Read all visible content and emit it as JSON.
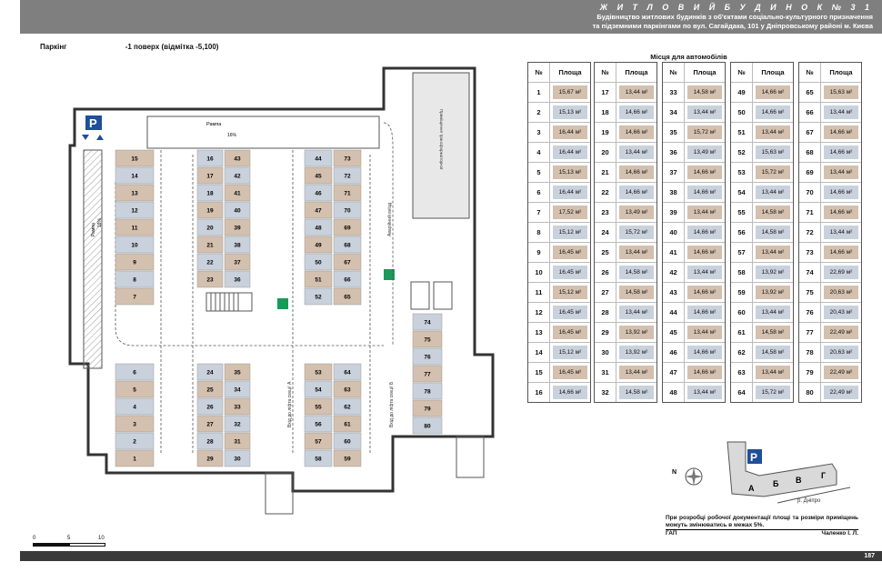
{
  "header": {
    "title": "Ж И Т Л О В И Й   Б У Д И Н О К   №  3 1",
    "line1": "Будівництво житлових будинків з об'єктами соціально-культурного призначення",
    "line2": "та підземними паркінгами по вул. Сагайдака, 101 у Дніпровському районі м. Києва"
  },
  "page_number": "187",
  "plan": {
    "label": "Паркінг",
    "level": "-1 поверх (відмітка -5,100)",
    "parking_sign": "P",
    "ramp_label": "Рампа",
    "ramp_slope": "16%",
    "ramp_left_label": "Рампа",
    "ramp_left_slope": "16%",
    "driveway": "Аварійний виїзд",
    "entry_a": "Вхід до ліфта секції А",
    "entry_b": "Вхід до ліфта секції Б",
    "tech_room": "Приміщення трансформаторної"
  },
  "table": {
    "title": "Місця для автомобілів",
    "col_no": "№",
    "col_area": "Площа",
    "rows": [
      [
        "1",
        "15,67 м²",
        "b"
      ],
      [
        "2",
        "15,13 м²",
        "l"
      ],
      [
        "3",
        "16,44 м²",
        "b"
      ],
      [
        "4",
        "16,44 м²",
        "l"
      ],
      [
        "5",
        "15,13 м²",
        "b"
      ],
      [
        "6",
        "16,44 м²",
        "l"
      ],
      [
        "7",
        "17,52 м²",
        "b"
      ],
      [
        "8",
        "15,12 м²",
        "l"
      ],
      [
        "9",
        "16,45 м²",
        "b"
      ],
      [
        "10",
        "16,45 м²",
        "l"
      ],
      [
        "11",
        "15,12 м²",
        "b"
      ],
      [
        "12",
        "16,45 м²",
        "l"
      ],
      [
        "13",
        "16,45 м²",
        "b"
      ],
      [
        "14",
        "15,12 м²",
        "l"
      ],
      [
        "15",
        "16,45 м²",
        "b"
      ],
      [
        "16",
        "14,66 м²",
        "l"
      ],
      [
        "17",
        "13,44 м²",
        "b"
      ],
      [
        "18",
        "14,66 м²",
        "l"
      ],
      [
        "19",
        "14,66 м²",
        "b"
      ],
      [
        "20",
        "13,44 м²",
        "l"
      ],
      [
        "21",
        "14,66 м²",
        "b"
      ],
      [
        "22",
        "14,66 м²",
        "l"
      ],
      [
        "23",
        "13,49 м²",
        "b"
      ],
      [
        "24",
        "15,72 м²",
        "l"
      ],
      [
        "25",
        "13,44 м²",
        "b"
      ],
      [
        "26",
        "14,58 м²",
        "l"
      ],
      [
        "27",
        "14,58 м²",
        "b"
      ],
      [
        "28",
        "13,44 м²",
        "l"
      ],
      [
        "29",
        "13,92 м²",
        "b"
      ],
      [
        "30",
        "13,92 м²",
        "l"
      ],
      [
        "31",
        "13,44 м²",
        "b"
      ],
      [
        "32",
        "14,58 м²",
        "l"
      ],
      [
        "33",
        "14,58 м²",
        "b"
      ],
      [
        "34",
        "13,44 м²",
        "l"
      ],
      [
        "35",
        "15,72 м²",
        "b"
      ],
      [
        "36",
        "13,49 м²",
        "l"
      ],
      [
        "37",
        "14,66 м²",
        "b"
      ],
      [
        "38",
        "14,66 м²",
        "l"
      ],
      [
        "39",
        "13,44 м²",
        "b"
      ],
      [
        "40",
        "14,66 м²",
        "l"
      ],
      [
        "41",
        "14,66 м²",
        "b"
      ],
      [
        "42",
        "13,44 м²",
        "l"
      ],
      [
        "43",
        "14,66 м²",
        "b"
      ],
      [
        "44",
        "14,66 м²",
        "l"
      ],
      [
        "45",
        "13,44 м²",
        "b"
      ],
      [
        "46",
        "14,66 м²",
        "l"
      ],
      [
        "47",
        "14,66 м²",
        "b"
      ],
      [
        "48",
        "13,44 м²",
        "l"
      ],
      [
        "49",
        "14,66 м²",
        "b"
      ],
      [
        "50",
        "14,66 м²",
        "l"
      ],
      [
        "51",
        "13,44 м²",
        "b"
      ],
      [
        "52",
        "15,63 м²",
        "l"
      ],
      [
        "53",
        "15,72 м²",
        "b"
      ],
      [
        "54",
        "13,44 м²",
        "l"
      ],
      [
        "55",
        "14,58 м²",
        "b"
      ],
      [
        "56",
        "14,58 м²",
        "l"
      ],
      [
        "57",
        "13,44 м²",
        "b"
      ],
      [
        "58",
        "13,92 м²",
        "l"
      ],
      [
        "59",
        "13,92 м²",
        "b"
      ],
      [
        "60",
        "13,44 м²",
        "l"
      ],
      [
        "61",
        "14,58 м²",
        "b"
      ],
      [
        "62",
        "14,58 м²",
        "l"
      ],
      [
        "63",
        "13,44 м²",
        "b"
      ],
      [
        "64",
        "15,72 м²",
        "l"
      ],
      [
        "65",
        "15,63 м²",
        "b"
      ],
      [
        "66",
        "13,44 м²",
        "l"
      ],
      [
        "67",
        "14,66 м²",
        "b"
      ],
      [
        "68",
        "14,66 м²",
        "l"
      ],
      [
        "69",
        "13,44 м²",
        "b"
      ],
      [
        "70",
        "14,66 м²",
        "l"
      ],
      [
        "71",
        "14,66 м²",
        "b"
      ],
      [
        "72",
        "13,44 м²",
        "l"
      ],
      [
        "73",
        "14,66 м²",
        "b"
      ],
      [
        "74",
        "22,69 м²",
        "l"
      ],
      [
        "75",
        "20,63 м²",
        "b"
      ],
      [
        "76",
        "20,43 м²",
        "l"
      ],
      [
        "77",
        "22,49 м²",
        "b"
      ],
      [
        "78",
        "20,63 м²",
        "l"
      ],
      [
        "79",
        "22,49 м²",
        "b"
      ],
      [
        "80",
        "22,49 м²",
        "l"
      ]
    ]
  },
  "keyplan": {
    "north": "N",
    "parking": "P",
    "sections": [
      "А",
      "Б",
      "В",
      "Г"
    ],
    "river": "р. Дніпро"
  },
  "note": {
    "text": "При розробці робочої документації площі та розміри приміщень можуть змінюватись в межах 5%.",
    "role": "ГАП",
    "author": "Чаленко І. Л."
  },
  "scale": {
    "labels": [
      "0",
      "5",
      "10"
    ]
  },
  "colors": {
    "brown": "#d4c0ae",
    "blue": "#c9d1dc",
    "gray": "#7f7f7f",
    "green": "#1a9a5a"
  }
}
